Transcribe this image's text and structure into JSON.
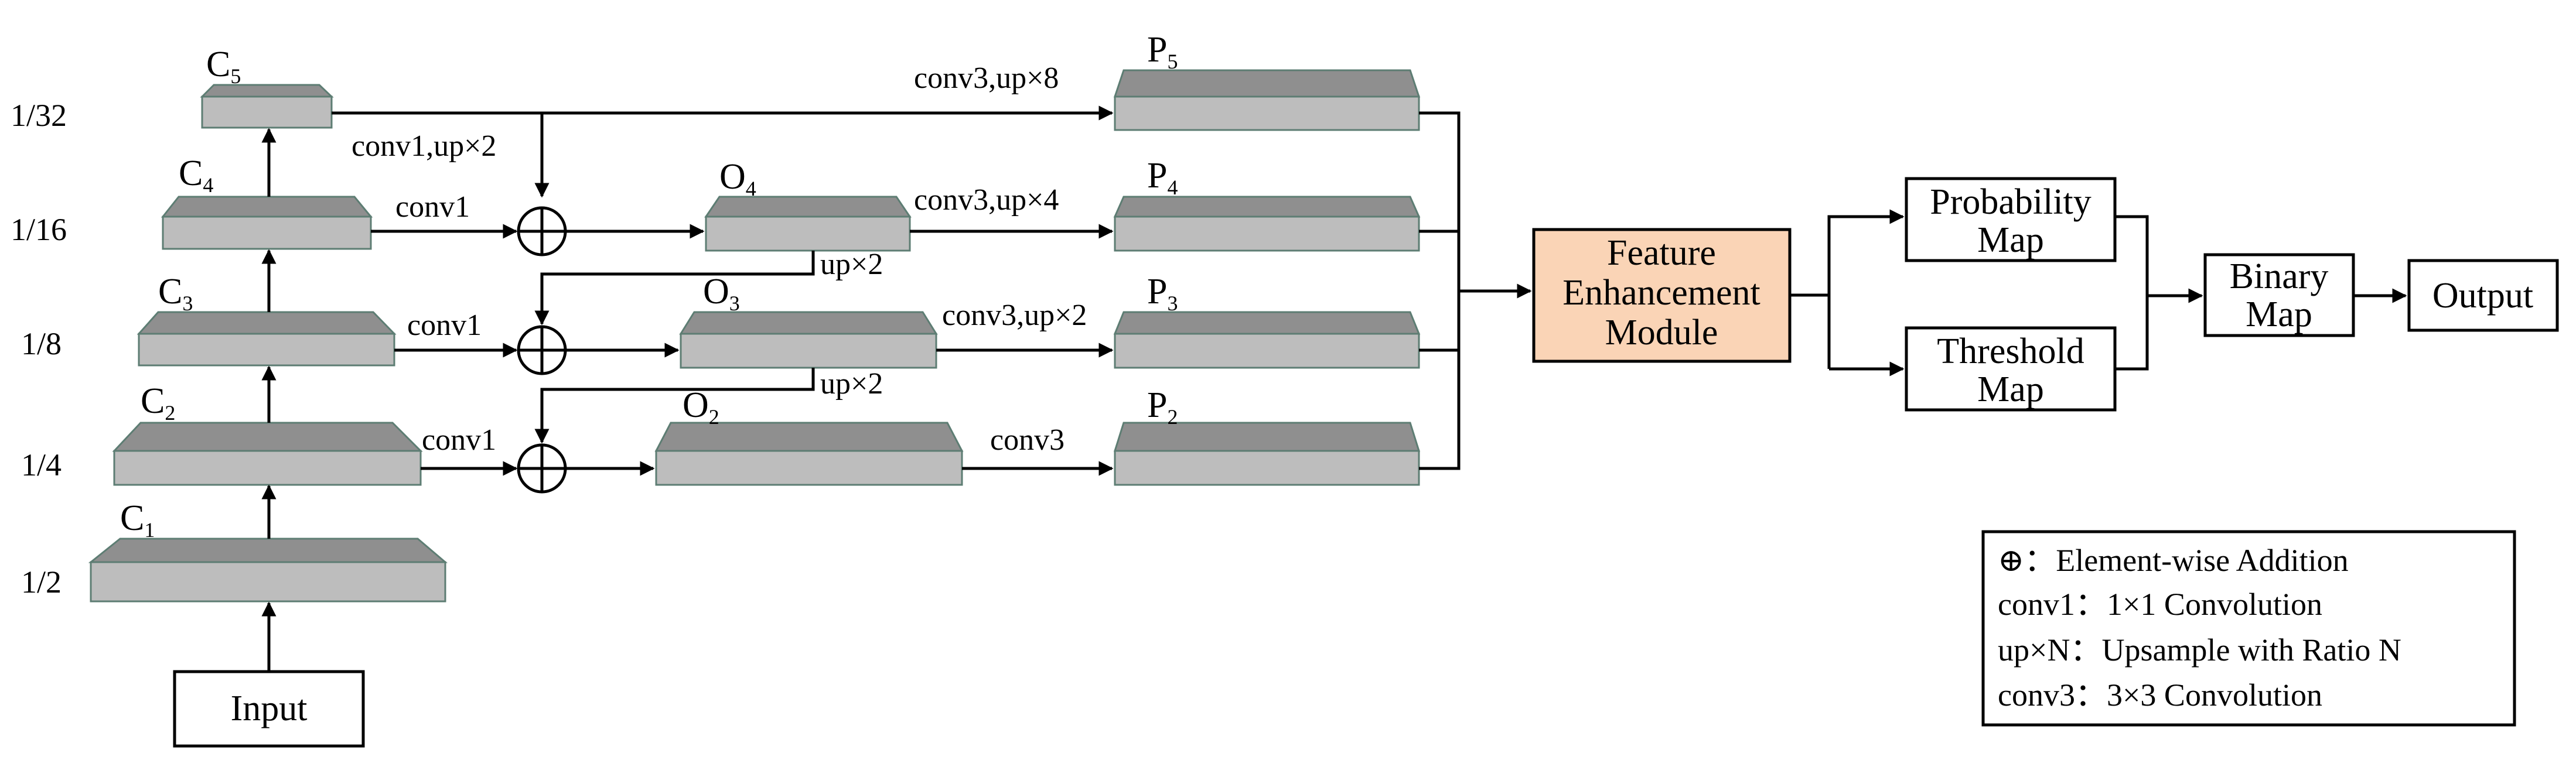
{
  "scales": [
    "1/32",
    "1/16",
    "1/8",
    "1/4",
    "1/2"
  ],
  "input_label": "Input",
  "backbone": [
    {
      "name": "C",
      "sub": "1"
    },
    {
      "name": "C",
      "sub": "2"
    },
    {
      "name": "C",
      "sub": "3"
    },
    {
      "name": "C",
      "sub": "4"
    },
    {
      "name": "C",
      "sub": "5"
    }
  ],
  "merged": [
    {
      "name": "O",
      "sub": "4"
    },
    {
      "name": "O",
      "sub": "3"
    },
    {
      "name": "O",
      "sub": "2"
    }
  ],
  "pyramid": [
    {
      "name": "P",
      "sub": "5"
    },
    {
      "name": "P",
      "sub": "4"
    },
    {
      "name": "P",
      "sub": "3"
    },
    {
      "name": "P",
      "sub": "2"
    }
  ],
  "edge_labels": {
    "c5_p5": "conv3,up×8",
    "c5_down": "conv1,up×2",
    "c4_conv": "conv1",
    "o4_p4": "conv3,up×4",
    "o4_up": "up×2",
    "c3_conv": "conv1",
    "o3_p3": "conv3,up×2",
    "o3_up": "up×2",
    "c2_conv": "conv1",
    "o2_p2": "conv3"
  },
  "fem": {
    "lines": [
      "Feature",
      "Enhancement",
      "Module"
    ],
    "color": "#fad4b6"
  },
  "probability_map": [
    "Probability",
    "Map"
  ],
  "threshold_map": [
    "Threshold",
    "Map"
  ],
  "binary_map": [
    "Binary",
    "Map"
  ],
  "output_label": "Output",
  "legend": [
    {
      "symbol": "⊕",
      "text": "Element-wise Addition"
    },
    {
      "symbol": "conv1",
      "text": "1×1 Convolution"
    },
    {
      "symbol": "up×N",
      "text": "Upsample with Ratio N"
    },
    {
      "symbol": "conv3",
      "text": "3×3 Convolution"
    }
  ],
  "legend_sep": "："
}
